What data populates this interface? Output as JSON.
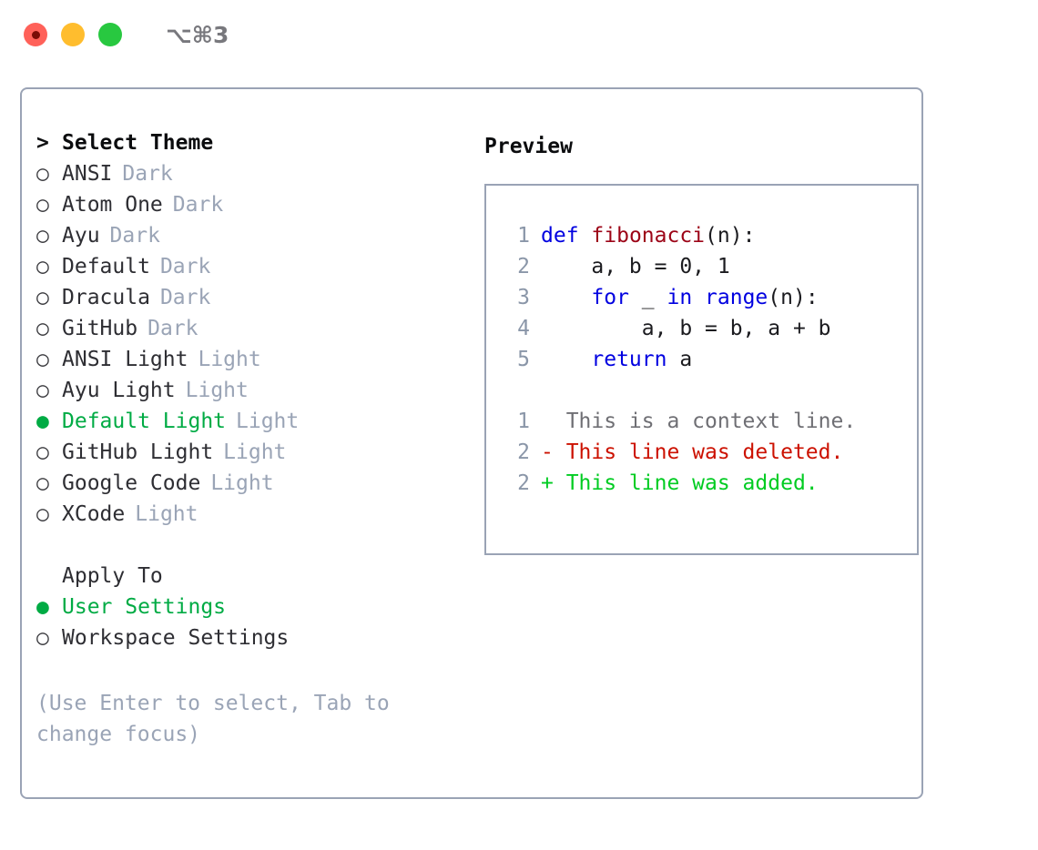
{
  "titlebar": {
    "shortcut": "⌥⌘3",
    "lights": [
      "close",
      "minimize",
      "maximize"
    ]
  },
  "theme_section": {
    "heading_marker": ">",
    "heading": "Select Theme",
    "items": [
      {
        "marker": "○",
        "name": "ANSI",
        "tag": "Dark",
        "selected": false
      },
      {
        "marker": "○",
        "name": "Atom One",
        "tag": "Dark",
        "selected": false
      },
      {
        "marker": "○",
        "name": "Ayu",
        "tag": "Dark",
        "selected": false
      },
      {
        "marker": "○",
        "name": "Default",
        "tag": "Dark",
        "selected": false
      },
      {
        "marker": "○",
        "name": "Dracula",
        "tag": "Dark",
        "selected": false
      },
      {
        "marker": "○",
        "name": "GitHub",
        "tag": "Dark",
        "selected": false
      },
      {
        "marker": "○",
        "name": "ANSI Light",
        "tag": "Light",
        "selected": false
      },
      {
        "marker": "○",
        "name": "Ayu Light",
        "tag": "Light",
        "selected": false
      },
      {
        "marker": "●",
        "name": "Default Light",
        "tag": "Light",
        "selected": true
      },
      {
        "marker": "○",
        "name": "GitHub Light",
        "tag": "Light",
        "selected": false
      },
      {
        "marker": "○",
        "name": "Google Code",
        "tag": "Light",
        "selected": false
      },
      {
        "marker": "○",
        "name": "XCode",
        "tag": "Light",
        "selected": false
      }
    ]
  },
  "apply_section": {
    "heading": "Apply To",
    "items": [
      {
        "marker": "●",
        "name": "User Settings",
        "selected": true
      },
      {
        "marker": "○",
        "name": "Workspace Settings",
        "selected": false
      }
    ]
  },
  "hint": "(Use Enter to select, Tab to change focus)",
  "preview": {
    "title": "Preview",
    "code_lines": [
      {
        "no": "1",
        "tokens": [
          {
            "t": "def",
            "c": "kw"
          },
          {
            "t": " ",
            "c": "pl"
          },
          {
            "t": "fibonacci",
            "c": "fn"
          },
          {
            "t": "(n):",
            "c": "pl"
          }
        ]
      },
      {
        "no": "2",
        "tokens": [
          {
            "t": "    a, b = 0, 1",
            "c": "pl"
          }
        ]
      },
      {
        "no": "3",
        "tokens": [
          {
            "t": "    ",
            "c": "pl"
          },
          {
            "t": "for",
            "c": "kw"
          },
          {
            "t": " _ ",
            "c": "pl"
          },
          {
            "t": "in",
            "c": "kw"
          },
          {
            "t": " ",
            "c": "pl"
          },
          {
            "t": "range",
            "c": "kw"
          },
          {
            "t": "(n):",
            "c": "pl"
          }
        ]
      },
      {
        "no": "4",
        "tokens": [
          {
            "t": "        a, b = b, a + b",
            "c": "pl"
          }
        ]
      },
      {
        "no": "5",
        "tokens": [
          {
            "t": "    ",
            "c": "pl"
          },
          {
            "t": "return",
            "c": "kw"
          },
          {
            "t": " a",
            "c": "pl"
          }
        ]
      }
    ],
    "diff_lines": [
      {
        "no": "1",
        "text": "  This is a context line.",
        "kind": "ctx"
      },
      {
        "no": "2",
        "text": "- This line was deleted.",
        "kind": "del"
      },
      {
        "no": "2",
        "text": "+ This line was added.",
        "kind": "add"
      }
    ]
  },
  "colors": {
    "selected_green": "#00ab44",
    "added_green": "#00cc22",
    "deleted_red": "#cc1100",
    "keyword_blue": "#0000e0",
    "function_red": "#9c0417",
    "muted_gray": "#9aa4b6",
    "border_gray": "#9aa3b5"
  }
}
